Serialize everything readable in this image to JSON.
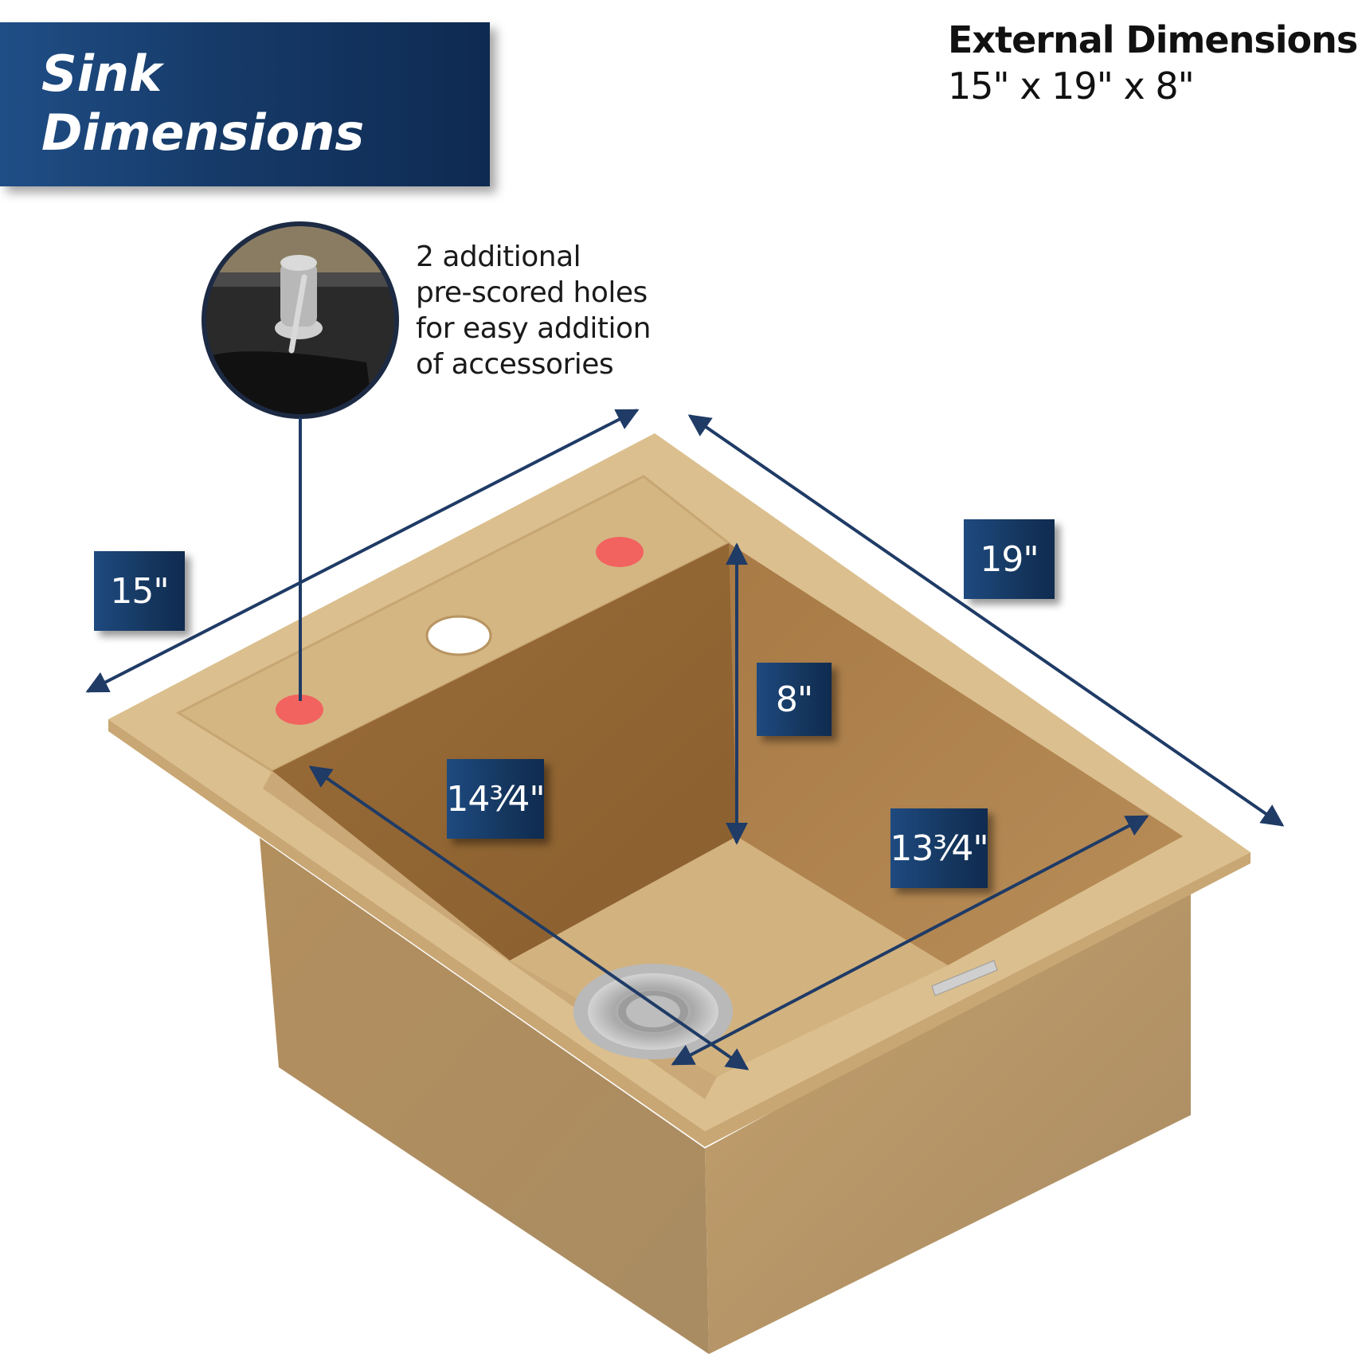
{
  "title": {
    "line1": "Sink",
    "line2": "Dimensions"
  },
  "external": {
    "heading": "External Dimensions",
    "value": "15\" x 19\" x 8\""
  },
  "callout": {
    "lines": [
      "2 additional",
      "pre-scored holes",
      "for easy addition",
      "of accessories"
    ]
  },
  "labels": {
    "width": "15\"",
    "length": "19\"",
    "depth": "8\"",
    "inner_length": "14³⁄4\"",
    "inner_width": "13³⁄4\""
  },
  "colors": {
    "banner": "#1a4478",
    "arrow": "#1f3b66",
    "sink": "#d8bb8a",
    "sink_side": "#bd9a68",
    "hole_marker": "#f2625e"
  },
  "icons": {
    "soap-dispenser": "soap-dispenser-icon",
    "drain": "drain-strainer-icon"
  }
}
